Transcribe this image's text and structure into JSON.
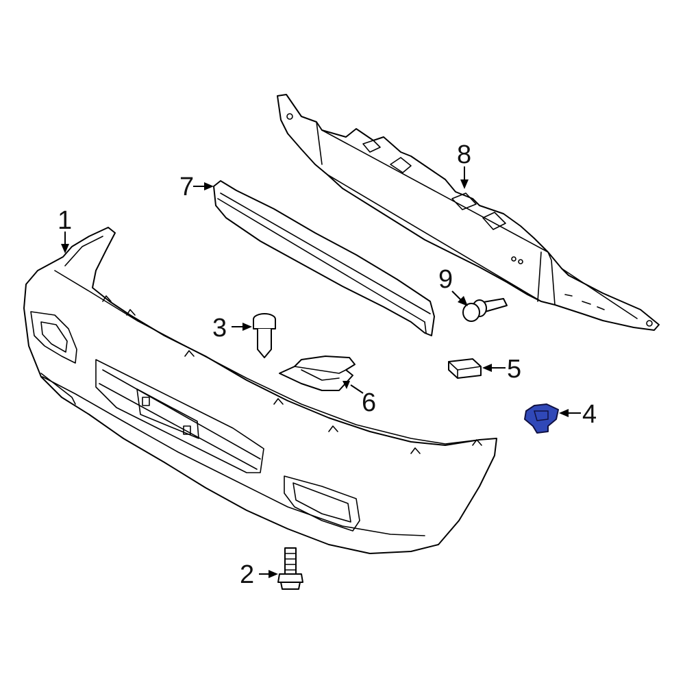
{
  "diagram": {
    "highlight_color": "#3048b8",
    "highlighted_part": "4",
    "callouts": [
      {
        "id": "c1",
        "label": "1"
      },
      {
        "id": "c2",
        "label": "2"
      },
      {
        "id": "c3",
        "label": "3"
      },
      {
        "id": "c4",
        "label": "4"
      },
      {
        "id": "c5",
        "label": "5"
      },
      {
        "id": "c6",
        "label": "6"
      },
      {
        "id": "c7",
        "label": "7"
      },
      {
        "id": "c8",
        "label": "8"
      },
      {
        "id": "c9",
        "label": "9"
      }
    ]
  }
}
